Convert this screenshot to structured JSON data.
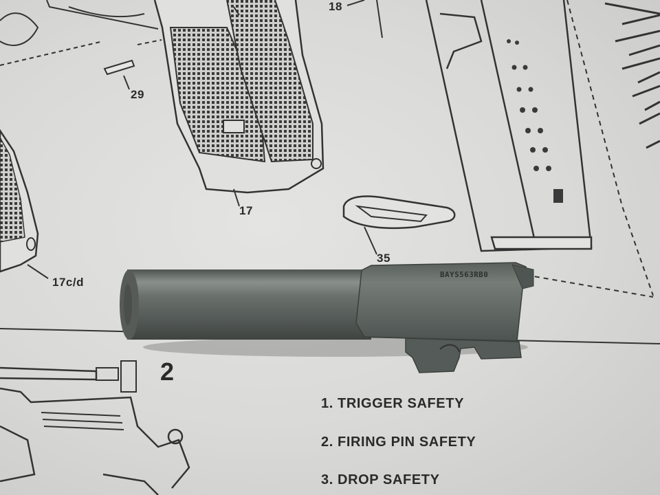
{
  "labels": {
    "part_18": "18",
    "part_29": "29",
    "part_17": "17",
    "part_17cd": "17c/d",
    "part_35": "35",
    "section_2": "2"
  },
  "safeties": [
    {
      "text": "1. TRIGGER SAFETY"
    },
    {
      "text": "2. FIRING PIN SAFETY"
    },
    {
      "text": "3. DROP SAFETY"
    }
  ],
  "barrel": {
    "serial": "BAYS563RB0"
  },
  "colors": {
    "mat": "#dcdcda",
    "ink": "#2a2a2a",
    "barrel_metal": "#5c625f",
    "chamber_metal": "#666d69"
  }
}
